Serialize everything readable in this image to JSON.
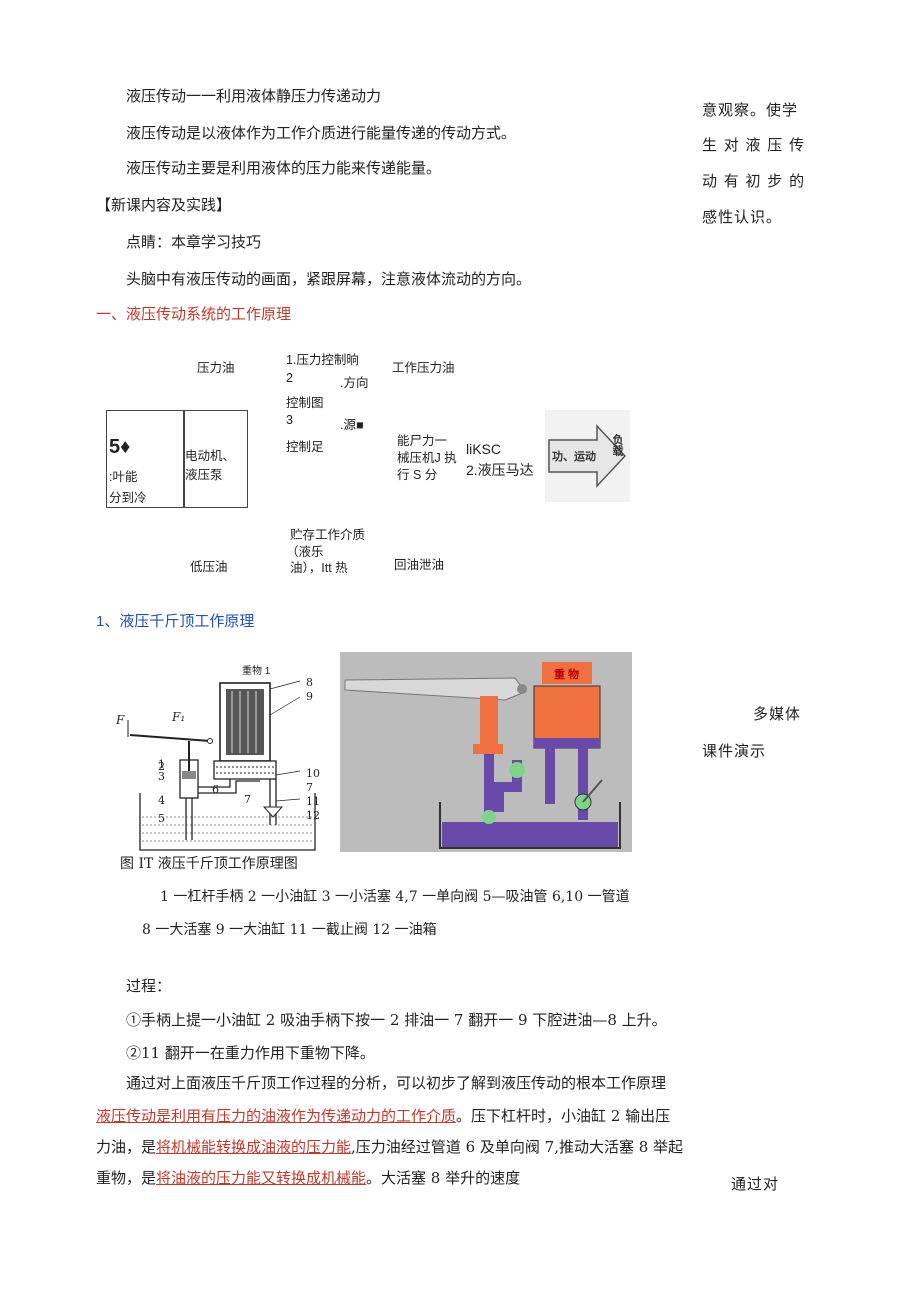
{
  "intro": {
    "line1": "液压传动一一利用液体静压力传递动力",
    "line2": "液压传动是以液体作为工作介质进行能量传递的传动方式。",
    "line3": "液压传动主要是利用液体的压力能来传递能量。",
    "new_lesson": "【新课内容及实践】",
    "tip": "点睛：本章学习技巧",
    "tip_text": "头脑中有液压传动的画面，紧跟屏幕，注意液体流动的方向。"
  },
  "sidebar": {
    "note1_l1": "意观察。使学",
    "note1_l2": "生 对 液 压 传",
    "note1_l3": "动 有 初 步 的",
    "note1_l4": "感性认识。",
    "note2_l1": "多媒体",
    "note2_l2": "课件演示",
    "note3": "通过对"
  },
  "section1_title": "一、液压传动系统的工作原理",
  "diagram": {
    "pressure_oil": "压力油",
    "ctrl_1": "1.压力控制晌",
    "ctrl_2a": "2",
    "ctrl_2b": ".方向",
    "ctrl_2c": "控制图",
    "ctrl_3a": "3",
    "ctrl_3b": ".源■",
    "ctrl_3c": "控制足",
    "work_pressure_oil": "工作压力油",
    "box1_big": "5♦",
    "box1_l2": ":叶能",
    "box1_l3": "分到冷",
    "box2_l1": "电动机、",
    "box2_l2": "液压泵",
    "exec_l1": "能尸力一",
    "exec_l2": "械压机J 执",
    "exec_l3": "行 S 分",
    "act_1": "liKSC",
    "act_2": "2.液压马达",
    "arrow_text": "功、运动",
    "load_text": "负载",
    "low_pressure_oil": "低压油",
    "store_l1": "贮存工作介质",
    "store_l2": "（液乐",
    "store_l3": "油），Itt 热",
    "return_oil": "回油泄油"
  },
  "sub1_title": "1、液压千斤顶工作原理",
  "jack": {
    "weight_label": "重物 1",
    "F_label": "F",
    "F1_label": "F₁",
    "numbers_left": [
      "1",
      "2",
      "3",
      "4",
      "5"
    ],
    "numbers_right": [
      "8",
      "9",
      "10",
      "7",
      "11",
      "12"
    ],
    "label_6": "6",
    "label_7": "7",
    "anim_weight": "重 物",
    "caption": "图 IT 液压千斤顶工作原理图",
    "legend1": "1 一杠杆手柄 2 一小油缸 3 一小活塞 4,7 一单向阀 5—吸油管 6,10 一管道",
    "legend2": "8 一大活塞 9 一大油缸 11 一截止阀 12 一油箱"
  },
  "process": {
    "title": "过程：",
    "step1": "①手柄上提一小油缸 2 吸油手柄下按一 2 排油一 7 翻开一 9 下腔进油—8 上升。",
    "step2": "②11 翻开一在重力作用下重物下降。",
    "p1": "通过对上面液压千斤顶工作过程的分析，可以初步了解到液压传动的根本工作原理",
    "p2_link": "液压传动是利用有压力的油液作为传递动力的工作介质",
    "p2_rest": "。压下杠杆时，小油缸 2 输出压",
    "p3_a": "力油，是",
    "p3_link": "将机械能转换成油液的压力能",
    "p3_b": ",压力油经过管道 6 及单向阀 7,推动大活塞 8 举起",
    "p4_a": "重物，是",
    "p4_link": "将油液的压力能又转换成机械能",
    "p4_b": "。大活塞 8 举升的速度"
  }
}
